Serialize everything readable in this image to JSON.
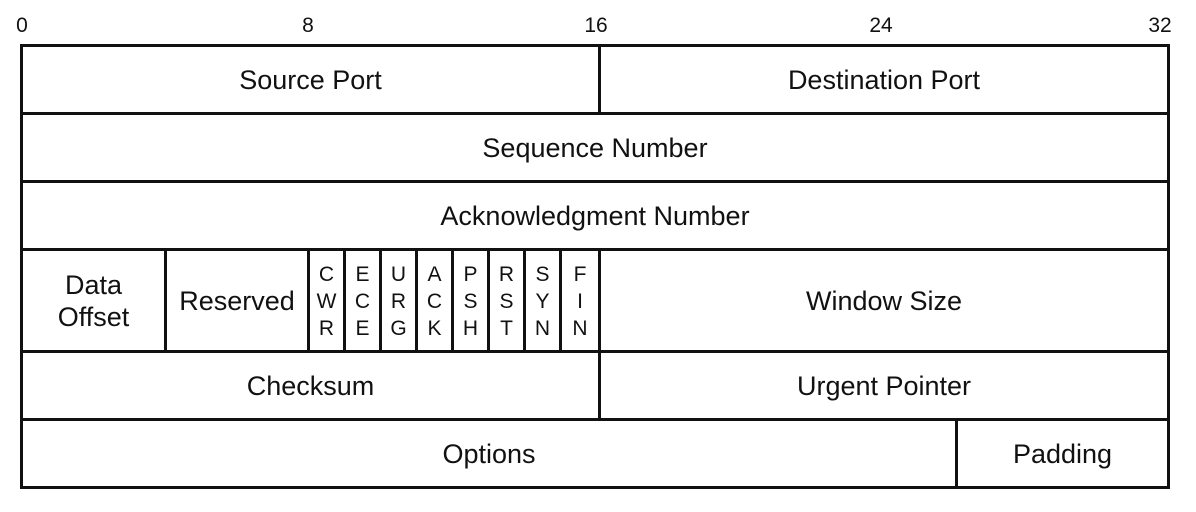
{
  "bit_labels": [
    "0",
    "8",
    "16",
    "24",
    "32"
  ],
  "rows": {
    "row1": {
      "source_port": "Source Port",
      "destination_port": "Destination Port"
    },
    "row2": {
      "sequence_number": "Sequence Number"
    },
    "row3": {
      "acknowledgment_number": "Acknowledgment Number"
    },
    "row4": {
      "data_offset_line1": "Data",
      "data_offset_line2": "Offset",
      "reserved": "Reserved",
      "flags": [
        {
          "l1": "C",
          "l2": "W",
          "l3": "R"
        },
        {
          "l1": "E",
          "l2": "C",
          "l3": "E"
        },
        {
          "l1": "U",
          "l2": "R",
          "l3": "G"
        },
        {
          "l1": "A",
          "l2": "C",
          "l3": "K"
        },
        {
          "l1": "P",
          "l2": "S",
          "l3": "H"
        },
        {
          "l1": "R",
          "l2": "S",
          "l3": "T"
        },
        {
          "l1": "S",
          "l2": "Y",
          "l3": "N"
        },
        {
          "l1": "F",
          "l2": "I",
          "l3": "N"
        }
      ],
      "window_size": "Window Size"
    },
    "row5": {
      "checksum": "Checksum",
      "urgent_pointer": "Urgent Pointer"
    },
    "row6": {
      "options": "Options",
      "padding": "Padding"
    }
  }
}
